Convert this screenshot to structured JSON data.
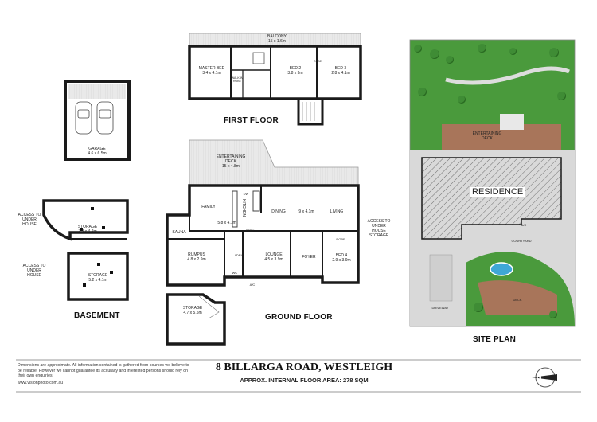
{
  "sections": {
    "first_floor": "FIRST FLOOR",
    "ground_floor": "GROUND FLOOR",
    "basement": "BASEMENT",
    "site_plan": "SITE PLAN"
  },
  "first_floor_rooms": {
    "balcony": {
      "name": "BALCONY",
      "size": "15 x 1.6m"
    },
    "master_bed": {
      "name": "MASTER BED",
      "size": "3.4 x 4.1m"
    },
    "bed2": {
      "name": "BED 2",
      "size": "3.8 x 3m"
    },
    "bed3": {
      "name": "BED 3",
      "size": "2.8 x 4.1m"
    },
    "wir": "WALK IN ROBE",
    "robe": "ROBE"
  },
  "garage": {
    "name": "GARAGE",
    "size": "4.6 x 6.5m"
  },
  "ground_rooms": {
    "entertaining_deck": {
      "name": "ENTERTAINING DECK",
      "size": "15 x 4.8m"
    },
    "family": "FAMILY",
    "kitchen": "KITCHEN",
    "dining": "DINING",
    "living": "LIVING",
    "family_size": "5.8 x 4.1m",
    "dining_living_size": "9 x 4.1m",
    "sauna": "SAUNA",
    "rumpus": {
      "name": "RUMPUS",
      "size": "4.8 x 2.9m"
    },
    "lounge": {
      "name": "LOUNGE",
      "size": "4.5 x 3.9m"
    },
    "foyer": "FOYER",
    "bed4": {
      "name": "BED 4",
      "size": "2.9 x 3.9m"
    },
    "storage": {
      "name": "STORAGE",
      "size": "4.7 x 5.5m"
    },
    "ldry": "LDRY",
    "wc": "WC",
    "pty": "PTRY",
    "dw": "DW",
    "robe": "ROBE",
    "ac": "A/C",
    "access_storage": "ACCESS TO UNDER HOUSE STORAGE"
  },
  "basement_rooms": {
    "storage1": {
      "name": "STORAGE",
      "size": "7.3 x 4.2m"
    },
    "storage2": {
      "name": "STORAGE",
      "size": "5.2 x 4.1m"
    },
    "access1": "ACCESS TO UNDER HOUSE",
    "access2": "ACCESS TO UNDER HOUSE"
  },
  "site": {
    "residence": "RESIDENCE",
    "entertaining_deck": "ENTERTAINING DECK",
    "courtyard": "COURTYARD",
    "driveway": "DRIVEWAY",
    "deck": "DECK",
    "ac": "A/C"
  },
  "footer": {
    "disclaimer": "Dimensions are approximate. All information contained is gathered from sources we believe to be reliable. However we cannot guarantee its accuracy and interested persons should rely on their own enquiries.",
    "website": "www.visionphoto.com.au",
    "address": "8 BILLARGA ROAD, WESTLEIGH",
    "area": "APPROX. INTERNAL FLOOR AREA: 278 SQM",
    "north": "N"
  },
  "colors": {
    "wall": "#1a1a1a",
    "deck": "#e6e6e6",
    "grass": "#4a9a3c",
    "pavement": "#d9d9d9",
    "site_deck": "#a8755a",
    "pool": "#3fa7d6"
  }
}
